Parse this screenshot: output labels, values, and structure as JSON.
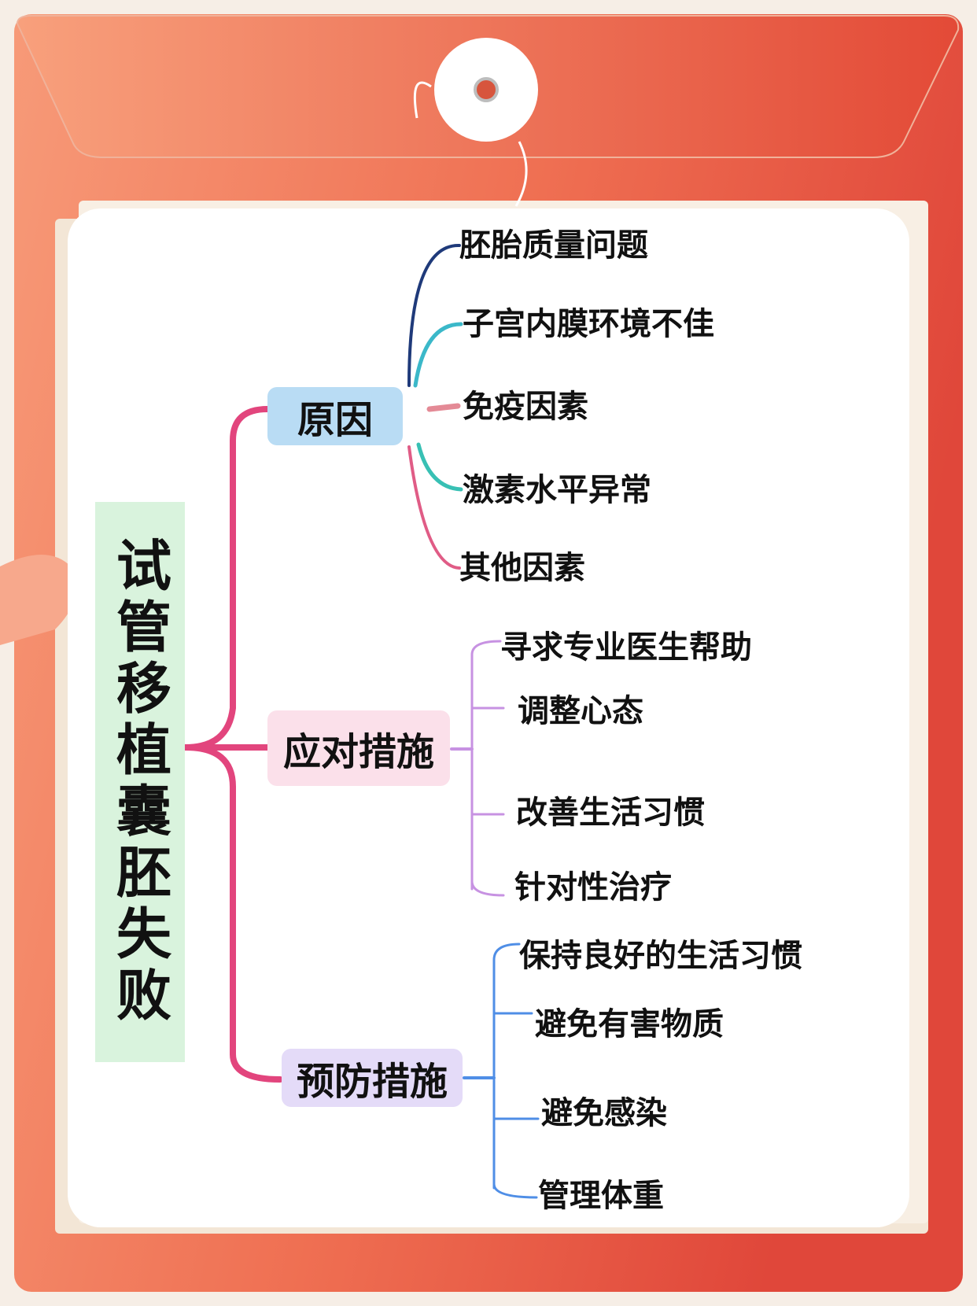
{
  "mindmap": {
    "title": "试管移植囊胚失败",
    "branches": [
      {
        "label": "原因",
        "color": "#b9dcf4",
        "items": [
          "胚胎质量问题",
          "子宫内膜环境不佳",
          "免疫因素",
          "激素水平异常",
          "其他因素"
        ],
        "item_colors": [
          "#1f3a7a",
          "#3bb8c9",
          "#e48a96",
          "#38c0b4",
          "#e05c86"
        ]
      },
      {
        "label": "应对措施",
        "color": "#fbe0ea",
        "line_color": "#c792e2",
        "items": [
          "寻求专业医生帮助",
          "调整心态",
          "改善生活习惯",
          "针对性治疗"
        ]
      },
      {
        "label": "预防措施",
        "color": "#e4dbf8",
        "line_color": "#4f8ee6",
        "items": [
          "保持良好的生活习惯",
          "避免有害物质",
          "避免感染",
          "管理体重"
        ]
      }
    ],
    "trunk_color": "#e2457d"
  }
}
